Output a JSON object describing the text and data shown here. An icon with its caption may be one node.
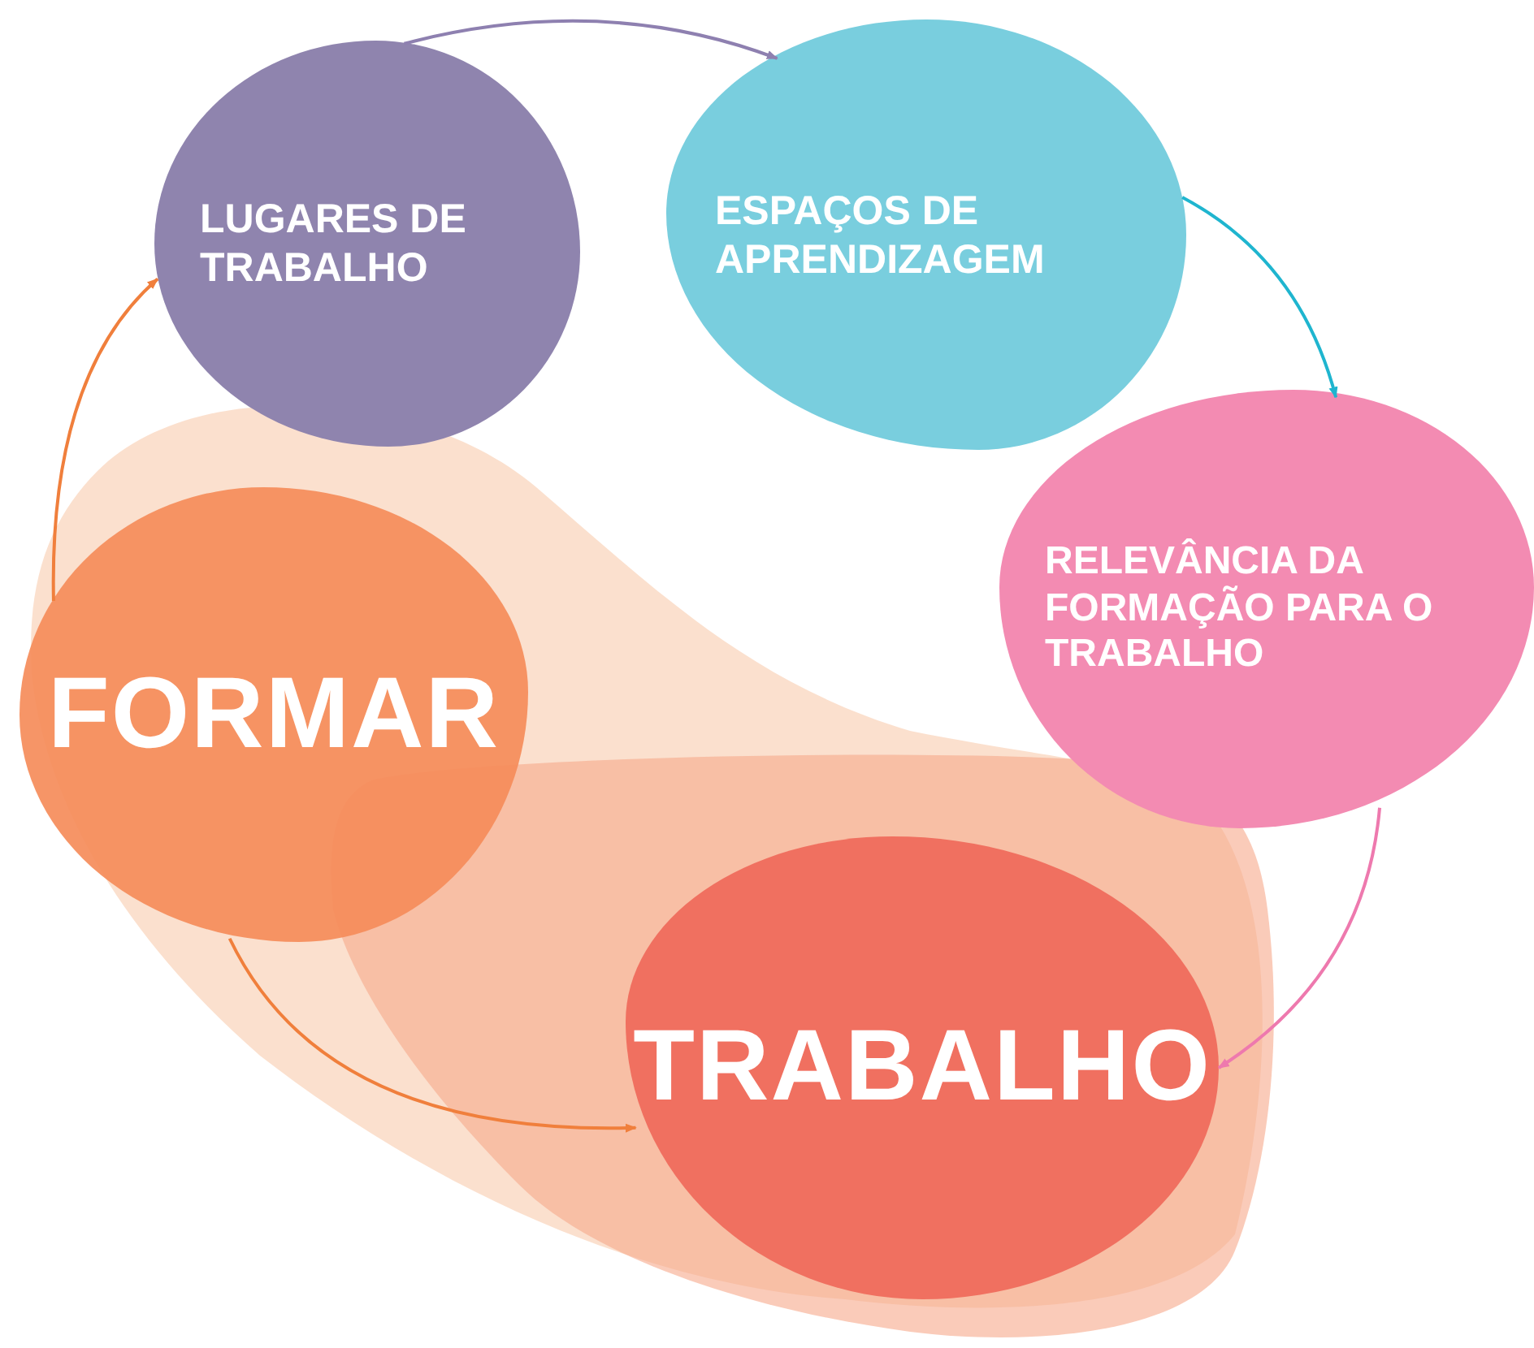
{
  "diagram": {
    "nodes": [
      {
        "text": [
          "LUGARES DE TRABALHO"
        ]
      },
      {
        "text": [
          "ESPAÇOS DE APRENDIZAGEM"
        ]
      },
      {
        "text": [
          "RELEVÂNCIA DA FORMAÇÃO PARA O TRABALHO"
        ]
      },
      {
        "text": [
          "FORMAR"
        ]
      },
      {
        "text": [
          "TRABALHO"
        ]
      }
    ],
    "edges": [
      {
        "from": 0,
        "to": 1,
        "arrow": "to",
        "color": "#8e80b0"
      },
      {
        "from": 1,
        "to": 2,
        "arrow": "to",
        "color": "#1fb5cf"
      },
      {
        "from": 2,
        "to": 4,
        "arrow": "to",
        "color": "#ee79ae"
      },
      {
        "from": 3,
        "to": 4,
        "arrow": "to",
        "color": "#f07f3c"
      },
      {
        "from": 3,
        "to": 0,
        "arrow": "to",
        "color": "#f07f3c"
      }
    ]
  }
}
